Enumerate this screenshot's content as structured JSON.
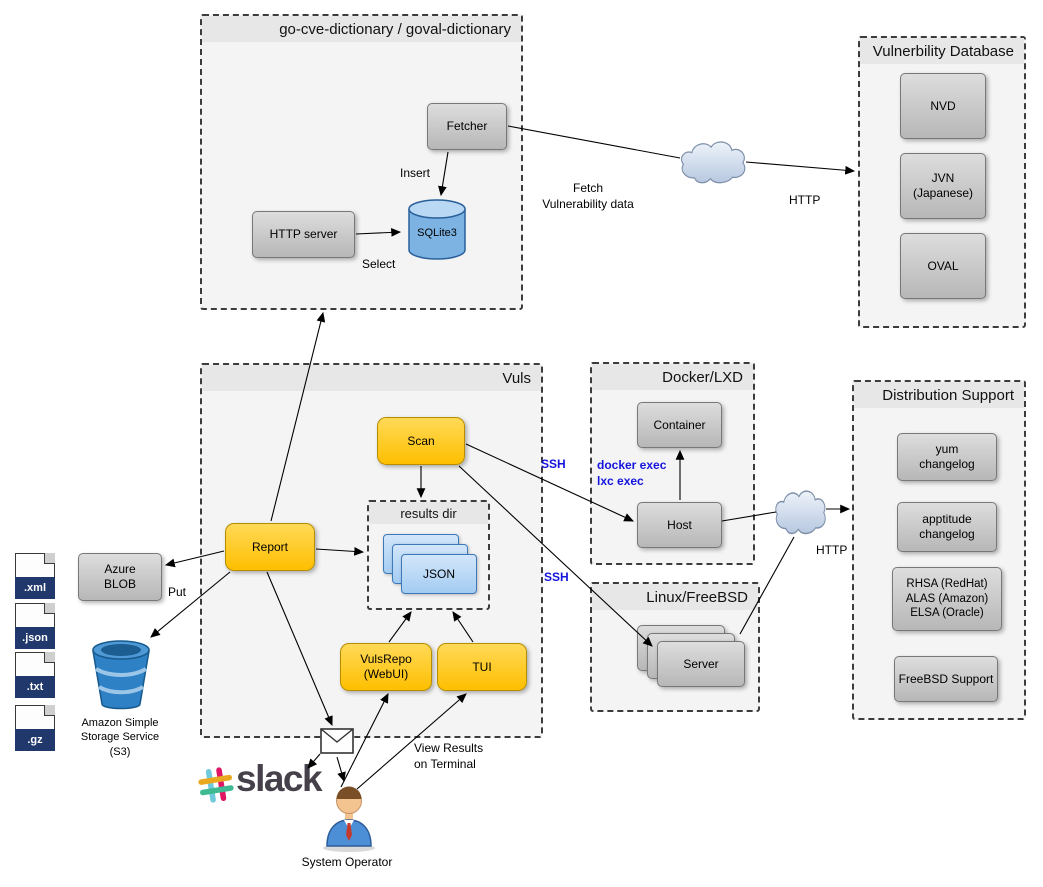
{
  "cve_dictionary": {
    "title": "go-cve-dictionary / goval-dictionary",
    "fetcher": "Fetcher",
    "http_server": "HTTP server",
    "sqlite": "SQLite3",
    "insert_label": "Insert",
    "select_label": "Select"
  },
  "vuln_db": {
    "title": "Vulnerbility Database",
    "nvd": "NVD",
    "jvn": "JVN\n(Japanese)",
    "oval": "OVAL"
  },
  "internet": {
    "fetch_label": "Fetch\nVulnerability data",
    "http_fetch_label": "HTTP",
    "http_dist_label": "HTTP"
  },
  "vuls": {
    "title": "Vuls",
    "scan": "Scan",
    "report": "Report",
    "vulsrepo": "VulsRepo\n(WebUI)",
    "tui": "TUI",
    "ssh_docker_label": "SSH",
    "ssh_linux_label": "SSH",
    "results_dir": {
      "title": "results dir",
      "json": "JSON"
    }
  },
  "docker_lxd": {
    "title": "Docker/LXD",
    "container": "Container",
    "host": "Host",
    "exec_label": "docker exec\nlxc exec"
  },
  "linux_freebsd": {
    "title": "Linux/FreeBSD",
    "server": "Server"
  },
  "distribution_support": {
    "title": "Distribution Support",
    "items": [
      "yum\nchangelog",
      "apptitude\nchangelog",
      "RHSA (RedHat)\nALAS (Amazon)\nELSA (Oracle)",
      "FreeBSD Support"
    ]
  },
  "storage": {
    "azure_blob": "Azure\nBLOB",
    "put_label": "Put",
    "s3_caption": "Amazon Simple\nStorage Service\n(S3)",
    "file_types": [
      ".xml",
      ".json",
      ".txt",
      ".gz"
    ]
  },
  "notification": {
    "slack": "slack",
    "operator": "System Operator",
    "view_results_label": "View Results\non Terminal"
  }
}
